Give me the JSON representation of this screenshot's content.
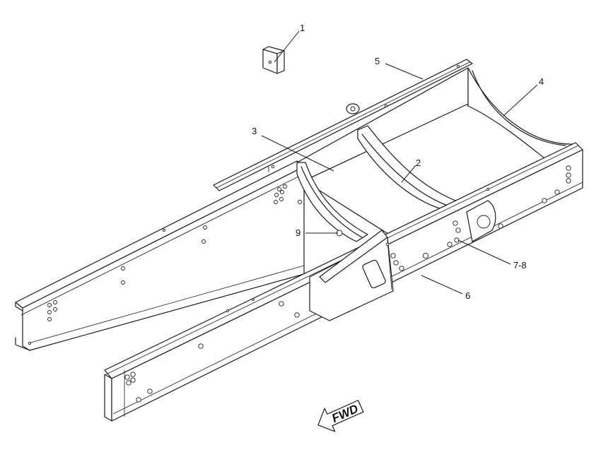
{
  "callouts": {
    "c1": "1",
    "c2": "2",
    "c3": "3",
    "c4": "4",
    "c5": "5",
    "c6": "6",
    "c78": "7-8",
    "c9": "9"
  },
  "direction_arrow": {
    "label": "FWD"
  },
  "colors": {
    "line": "#1a1a1a",
    "background": "#ffffff"
  }
}
